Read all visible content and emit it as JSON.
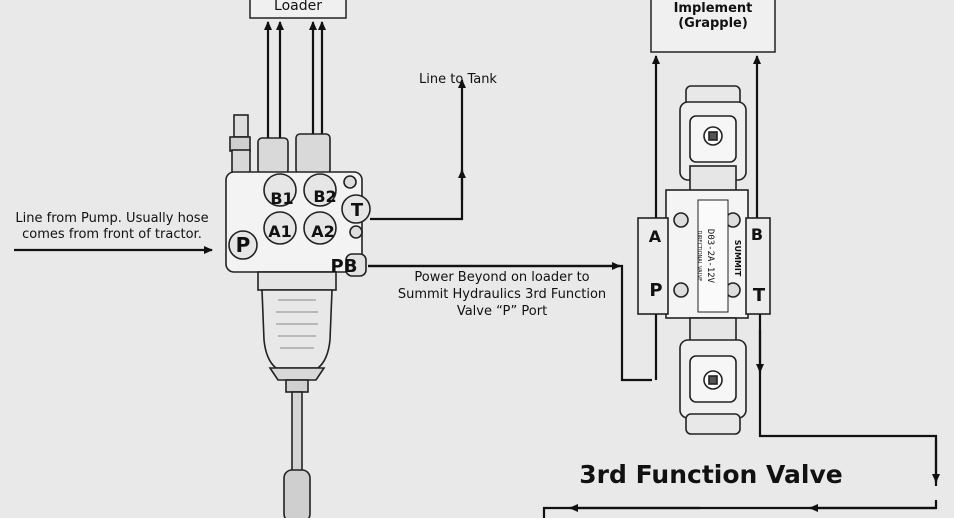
{
  "labels": {
    "loader": "Loader",
    "implement_line1": "Implement",
    "implement_line2": "(Grapple)",
    "line_to_tank": "Line to Tank",
    "pump_line1": "Line from Pump. Usually hose",
    "pump_line2": "comes from front of tractor.",
    "power_line1": "Power Beyond on loader to",
    "power_line2": "Summit Hydraulics 3rd Function",
    "power_line3": "Valve “P” Port",
    "title": "3rd Function Valve"
  },
  "loader_valve_ports": {
    "b1": "B1",
    "b2": "B2",
    "a1": "A1",
    "a2": "A2",
    "p": "P",
    "t": "T",
    "pb": "PB"
  },
  "third_function_ports": {
    "a": "A",
    "b": "B",
    "p": "P",
    "t": "T"
  },
  "valve_body_text": {
    "model": "D03-2A-12V",
    "brand": "SUMMIT",
    "side": "DIRECTIONAL VALVE"
  },
  "colors": {
    "background": "#e9e9e9",
    "line": "#111111",
    "box_fill": "#f0f0f0"
  }
}
